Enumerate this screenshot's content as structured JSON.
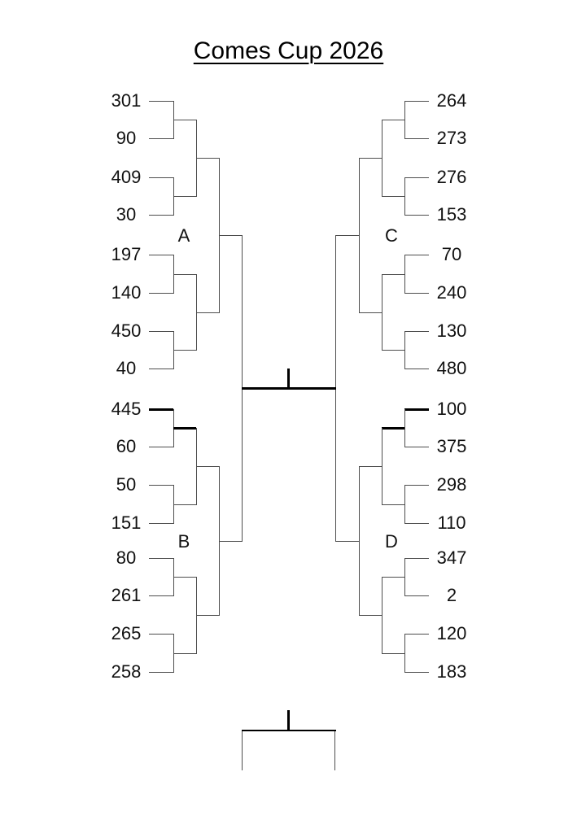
{
  "title": "Comes Cup 2026",
  "bracket": {
    "sections": [
      {
        "id": "A",
        "label": "A",
        "side": "left",
        "half": "top",
        "teams": [
          "301",
          "90",
          "409",
          "30",
          "197",
          "140",
          "450",
          "40"
        ]
      },
      {
        "id": "B",
        "label": "B",
        "side": "left",
        "half": "bottom",
        "teams": [
          "445",
          "60",
          "50",
          "151",
          "80",
          "261",
          "265",
          "258"
        ]
      },
      {
        "id": "C",
        "label": "C",
        "side": "right",
        "half": "top",
        "teams": [
          "264",
          "273",
          "276",
          "153",
          "70",
          "240",
          "130",
          "480"
        ]
      },
      {
        "id": "D",
        "label": "D",
        "side": "right",
        "half": "bottom",
        "teams": [
          "100",
          "375",
          "298",
          "110",
          "347",
          "2",
          "120",
          "183"
        ]
      }
    ],
    "bold_advances": [
      {
        "section": "B",
        "team": "445"
      },
      {
        "section": "D",
        "team": "100"
      }
    ]
  },
  "colors": {
    "line": "#4d4d4d",
    "bold_line": "#000000",
    "text": "#111111"
  }
}
